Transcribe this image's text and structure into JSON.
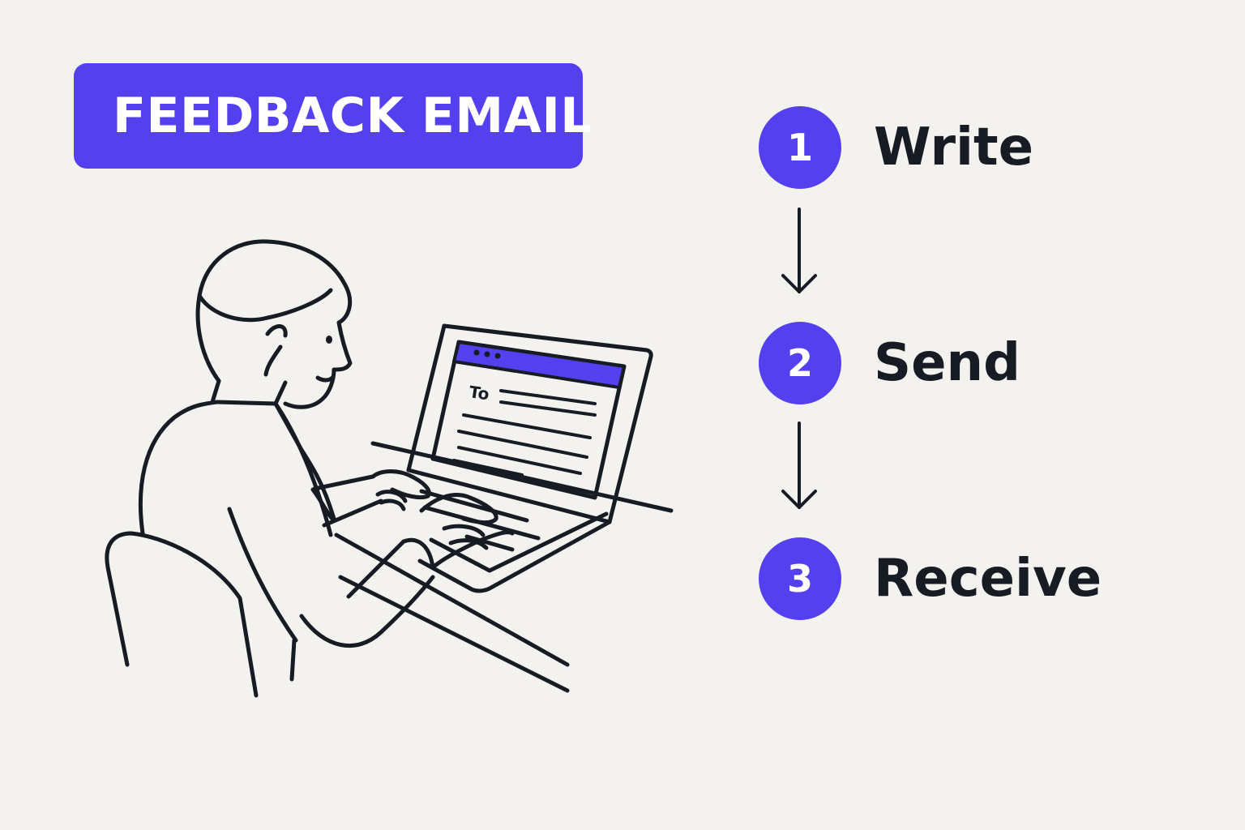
{
  "title": "FEEDBACK EMAIL",
  "laptop_screen": {
    "to_label": "To"
  },
  "steps": [
    {
      "number": "1",
      "label": "Write"
    },
    {
      "number": "2",
      "label": "Send"
    },
    {
      "number": "3",
      "label": "Receive"
    }
  ],
  "colors": {
    "accent": "#5540f0",
    "ink": "#161b24",
    "background": "#f3f2ee"
  },
  "icons": {
    "illustration": "person-typing-on-laptop",
    "flow_arrow": "arrow-down-icon"
  }
}
